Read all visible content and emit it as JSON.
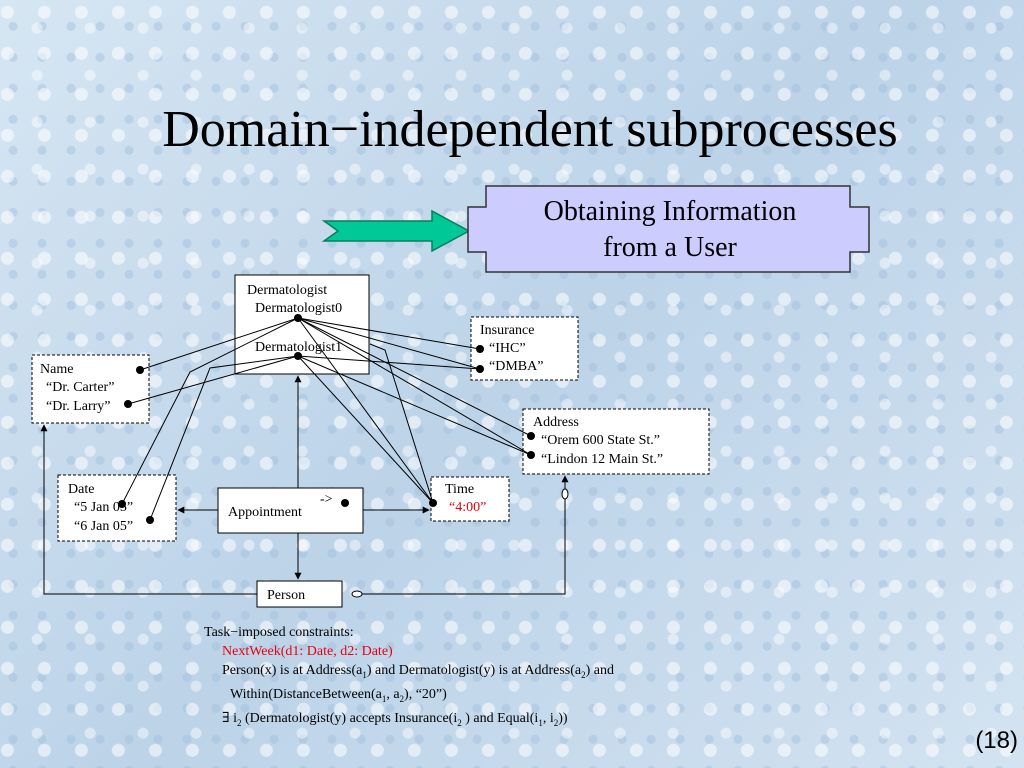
{
  "title": "Domain−independent subprocesses",
  "banner": {
    "line1": "Obtaining Information",
    "line2": "from a User"
  },
  "boxes": {
    "dermatologist": {
      "title": "Dermatologist",
      "item1": "Dermatologist0",
      "item2": "Dermatologist1"
    },
    "insurance": {
      "title": "Insurance",
      "item1": "“IHC”",
      "item2": "“DMBA”"
    },
    "name": {
      "title": "Name",
      "item1": "“Dr. Carter”",
      "item2": "“Dr. Larry”"
    },
    "address": {
      "title": "Address",
      "item1": "“Orem 600 State St.”",
      "item2": "“Lindon 12 Main St.”"
    },
    "date": {
      "title": "Date",
      "item1": "“5 Jan 05”",
      "item2": "“6 Jan 05”"
    },
    "appointment": {
      "title": "Appointment",
      "arrow": "->"
    },
    "time": {
      "title": "Time",
      "item1": "“4:00”"
    },
    "person": {
      "title": "Person"
    }
  },
  "constraints": {
    "heading": "Task−imposed constraints:",
    "c1": "NextWeek(d1: Date, d2: Date)",
    "c2": {
      "a": "Person(x) is at Address(a",
      "a_sub": "1",
      "b": ") and Dermatologist(y) is at Address(a",
      "b_sub": "2",
      "c": ") and"
    },
    "c3": {
      "a": "Within(DistanceBetween(a",
      "a_sub": "1",
      "b": ", a",
      "b_sub": "2",
      "c": "), “20”)"
    },
    "c4": {
      "a": "∃ i",
      "a_sub": "2",
      "b": " (Dermatologist(y) accepts Insurance(i",
      "b_sub": "2",
      "c": " ) and Equal(i",
      "c_sub": "1",
      "d": ", i",
      "d_sub": "2",
      "e": "))"
    }
  },
  "page_number": "(18)",
  "colors": {
    "banner_fill": "#ccccff",
    "arrow_fill": "#00c896",
    "highlight": "#e8000e"
  }
}
